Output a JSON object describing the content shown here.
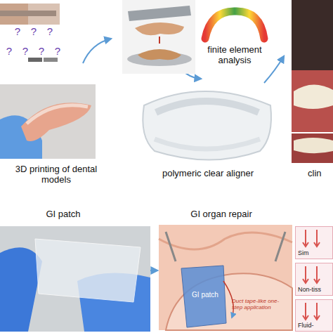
{
  "diagram": {
    "nodes": [
      {
        "text": [
          "Sim"
        ]
      },
      {
        "text": [
          "Non-tiss"
        ]
      },
      {
        "text": [
          "Fluid-"
        ]
      }
    ],
    "labels": [
      "?",
      "?",
      "?",
      "?",
      "?",
      "?",
      "?",
      "3D printing of dental models",
      "finite element analysis",
      "polymeric clear aligner",
      "clin",
      "GI patch",
      "GI organ repair",
      "GI patch",
      "Duct tape-like one-step application"
    ]
  }
}
